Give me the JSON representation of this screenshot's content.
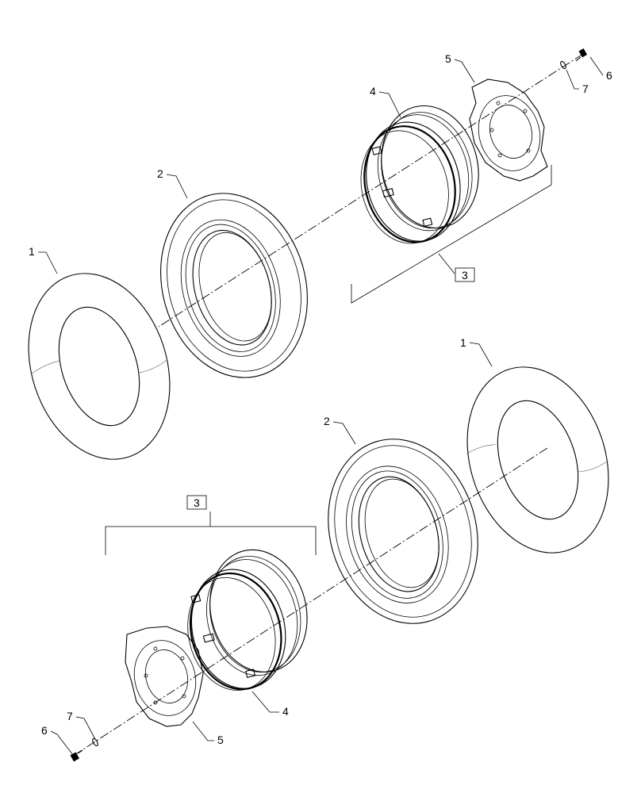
{
  "callouts": {
    "upper": {
      "tube": "1",
      "tire": "2",
      "assembly": "3",
      "rim": "4",
      "disc": "5",
      "bolt": "6",
      "washer": "7"
    },
    "lower": {
      "tube": "1",
      "tire": "2",
      "assembly": "3",
      "rim": "4",
      "disc": "5",
      "bolt": "6",
      "washer": "7"
    }
  }
}
